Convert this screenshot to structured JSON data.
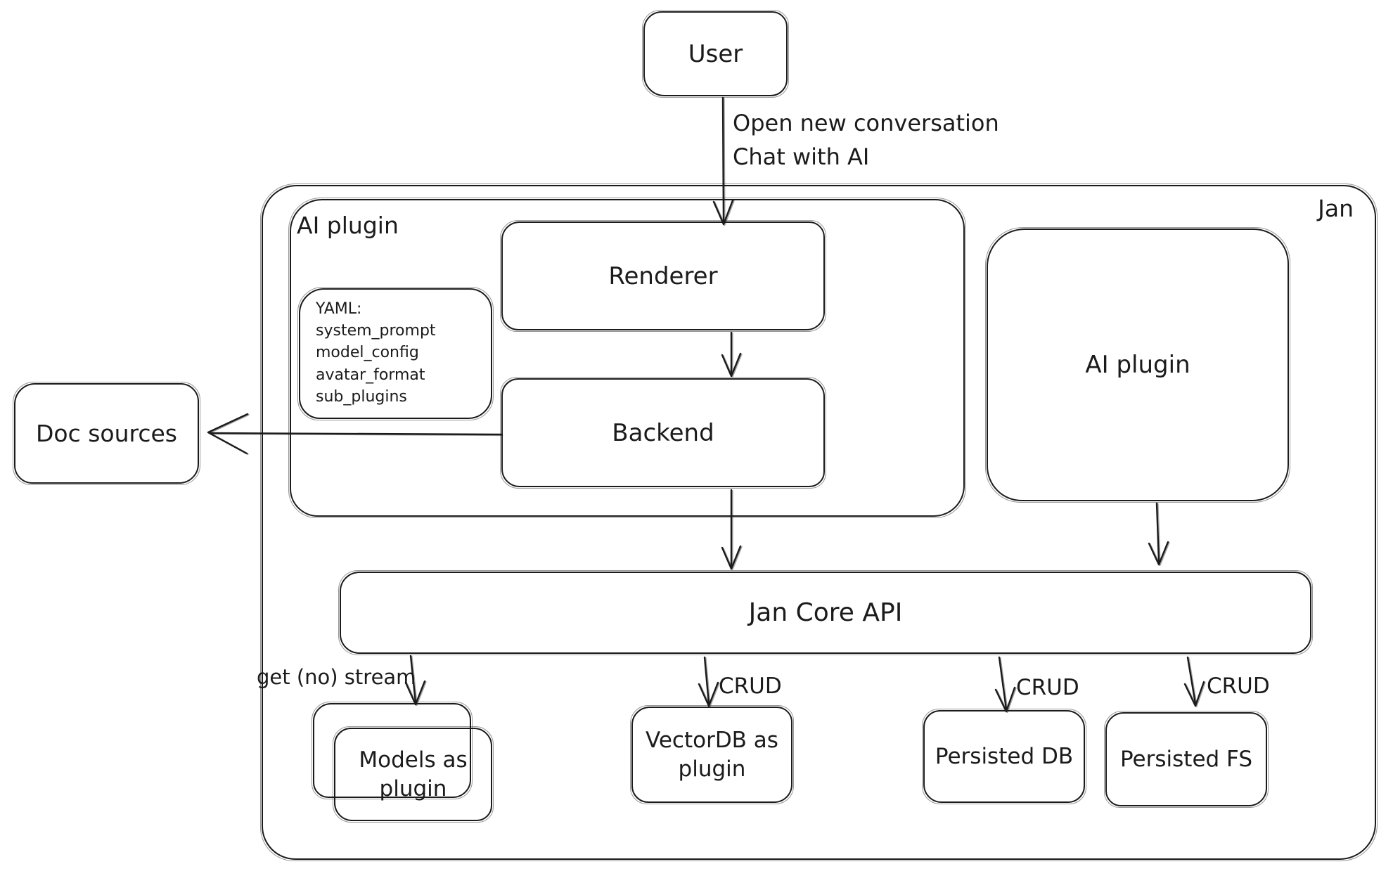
{
  "canvas": {
    "background": "#ffffff",
    "stroke": "#1b1b1b"
  },
  "nodes": {
    "user": {
      "label": "User"
    },
    "jan": {
      "label": "Jan"
    },
    "ai_plugin_left": {
      "label": "AI plugin"
    },
    "renderer": {
      "label": "Renderer"
    },
    "backend": {
      "label": "Backend"
    },
    "yaml_note": {
      "lines": [
        "YAML:",
        "system_prompt",
        "model_config",
        "avatar_format",
        "sub_plugins"
      ]
    },
    "doc_sources": {
      "label": "Doc sources"
    },
    "ai_plugin_right": {
      "label": "AI plugin"
    },
    "jan_core_api": {
      "label": "Jan Core API"
    },
    "models": {
      "label": "Models as plugin"
    },
    "vectordb": {
      "label": "VectorDB as plugin"
    },
    "persisted_db": {
      "label": "Persisted DB"
    },
    "persisted_fs": {
      "label": "Persisted FS"
    }
  },
  "edges": {
    "user_to_renderer": {
      "label_line1": "Open new conversation",
      "label_line2": "Chat with AI"
    },
    "jan_core_to_models": {
      "label": "get (no) stream"
    },
    "jan_core_to_vectordb": {
      "label": "CRUD"
    },
    "jan_core_to_persisted_db": {
      "label": "CRUD"
    },
    "jan_core_to_persisted_fs": {
      "label": "CRUD"
    }
  }
}
